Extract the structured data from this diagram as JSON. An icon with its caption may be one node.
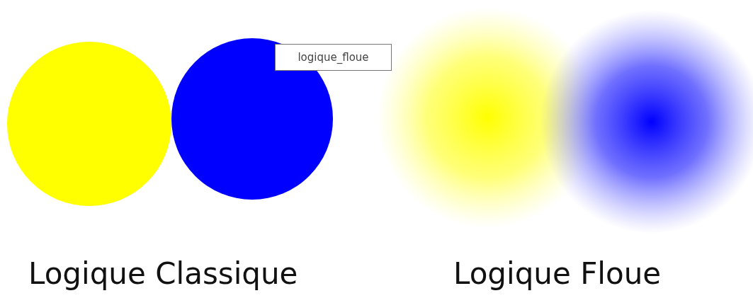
{
  "diagram": {
    "labels": [
      "logique_floue",
      "Logique Classique",
      "Logique Floue"
    ]
  }
}
